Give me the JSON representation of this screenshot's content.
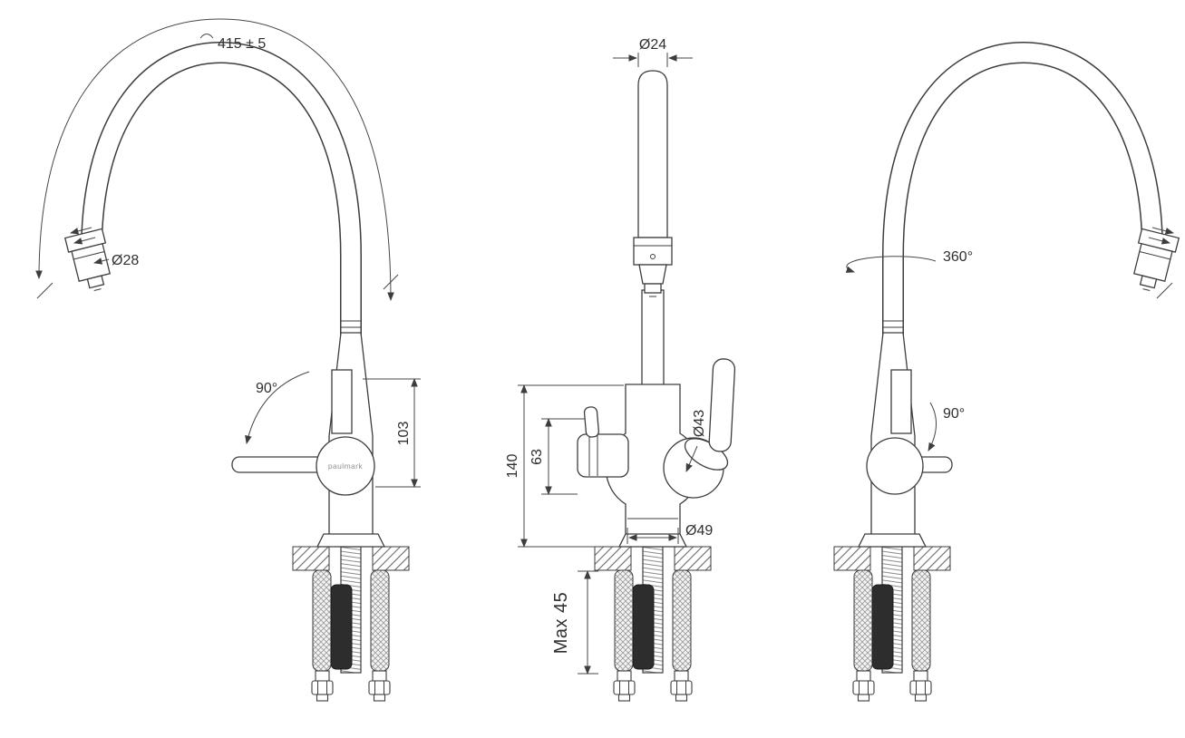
{
  "drawing": {
    "brand_mark": "paulmark",
    "colors": {
      "line": "#3d3d3d",
      "dimension_line": "#474747",
      "hose_dark": "#2d2d2d",
      "background": "#ffffff"
    },
    "views": {
      "side_left": {
        "hose_arc_length": "415 ± 5",
        "spray_head_diameter": "Ø28",
        "handle_swing_angle": "90°",
        "handle_height": "103"
      },
      "front": {
        "spout_tube_diameter": "Ø24",
        "body_height": "140",
        "side_outlet_height": "63",
        "body_diameter": "Ø43",
        "base_diameter": "Ø49",
        "max_deck_thickness": "Max 45"
      },
      "side_right": {
        "swivel_angle": "360°",
        "handle_swing_angle": "90°"
      }
    }
  }
}
